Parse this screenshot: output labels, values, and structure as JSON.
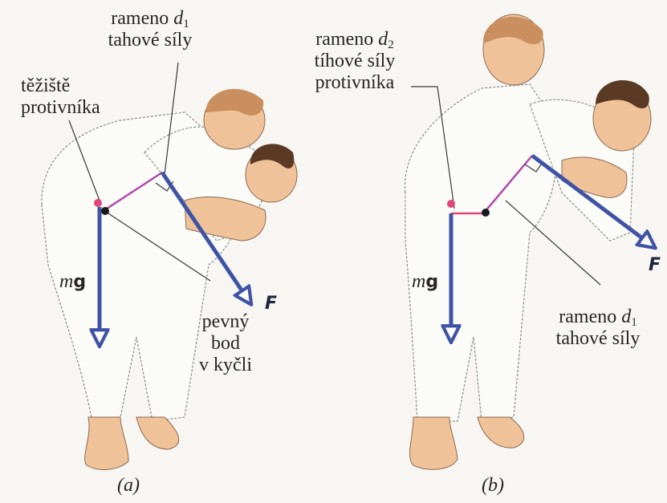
{
  "panel_a": {
    "caption": "(a)",
    "arm_d1": {
      "word": "rameno",
      "sym": "d",
      "sub": "1",
      "line2": "tahové síly"
    },
    "cog": {
      "line1": "těžiště",
      "line2": "protivníka"
    },
    "pivot": {
      "line1": "pevný",
      "line2": "bod",
      "line3": "v kyčli"
    },
    "force_label": "F",
    "weight": {
      "m": "m",
      "g": "g"
    }
  },
  "panel_b": {
    "caption": "(b)",
    "arm_d2": {
      "word": "rameno",
      "sym": "d",
      "sub": "2",
      "line2": "tíhové síly",
      "line3": "protivníka"
    },
    "arm_d1": {
      "word": "rameno",
      "sym": "d",
      "sub": "1",
      "line2": "tahové síly"
    },
    "force_label": "F",
    "weight": {
      "m": "m",
      "g": "g"
    }
  },
  "colors": {
    "force_vector": "#3f53a6",
    "lever_arm": "#b24aa8",
    "cog_dot": "#e0457b",
    "pivot_dot": "#1a1a1a",
    "skin": "#f0c29a",
    "hair_light": "#c98f5e",
    "hair_dark": "#5b3a25",
    "gi": "#fbfbf8",
    "leader_line": "#3a3a3a"
  }
}
